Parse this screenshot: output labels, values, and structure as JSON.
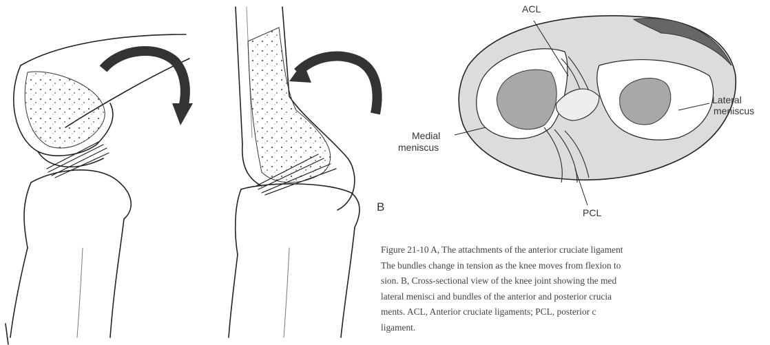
{
  "figure": {
    "labels": {
      "acl": "ACL",
      "pcl": "PCL",
      "lateral_meniscus_line1": "Lateral",
      "lateral_meniscus_line2": "meniscus",
      "medial_meniscus_line1": "Medial",
      "medial_meniscus_line2": "meniscus",
      "panel_b": "B"
    },
    "caption_lines": [
      "Figure 21-10  A, The attachments of the anterior cruciate ligament",
      "The bundles change in tension as the knee moves from flexion to",
      "sion. B, Cross-sectional view of the knee joint showing the med",
      "lateral menisci and bundles of the anterior and posterior crucia",
      "ments. ACL, Anterior cruciate ligaments; PCL, posterior c",
      "ligament."
    ]
  }
}
